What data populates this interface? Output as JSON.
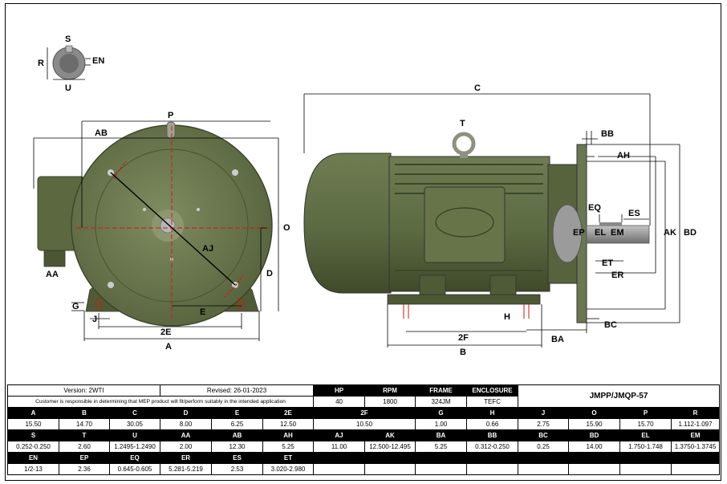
{
  "header": {
    "version": "Version: 2WTI",
    "revised": "Revised: 26-01-2023",
    "disclaimer": "Customer is responsible in determining that MEP product will fit/perform suitably in the intended application",
    "model": "JMPP/JMQP-57"
  },
  "summary": {
    "headers": [
      "HP",
      "RPM",
      "FRAME",
      "ENCLOSURE"
    ],
    "values": [
      "40",
      "1800",
      "324JM",
      "TEFC"
    ]
  },
  "rows": [
    {
      "headers": [
        "A",
        "B",
        "C",
        "D",
        "E",
        "2E",
        "2F",
        "G",
        "H",
        "J",
        "O",
        "P",
        "R"
      ],
      "values": [
        "15.50",
        "14.70",
        "30.05",
        "8.00",
        "6.25",
        "12.50",
        "10.50",
        "1.00",
        "0.66",
        "2.75",
        "15.90",
        "15.70",
        "1.112-1.097"
      ]
    },
    {
      "headers": [
        "S",
        "T",
        "U",
        "AA",
        "AB",
        "AH",
        "AJ",
        "AK",
        "BA",
        "BB",
        "BC",
        "BD",
        "EL",
        "EM"
      ],
      "values": [
        "0.252-0.250",
        "2.60",
        "1.2495-1.2490",
        "2.00",
        "12.30",
        "5.25",
        "11.00",
        "12.500-12.495",
        "5.25",
        "0.312-0.250",
        "0.25",
        "14.00",
        "1.750-1.748",
        "1.3750-1.3745"
      ]
    },
    {
      "headers": [
        "EN",
        "EP",
        "EQ",
        "ER",
        "ES",
        "ET",
        "",
        "",
        "",
        "",
        "",
        "",
        "",
        ""
      ],
      "values": [
        "1/2-13",
        "2.36",
        "0.645-0.605",
        "5.281-5.219",
        "2.53",
        "3.020-2.980",
        "",
        "",
        "",
        "",
        "",
        "",
        "",
        ""
      ]
    }
  ],
  "drawing_labels": {
    "S": "S",
    "R": "R",
    "EN": "EN",
    "U": "U",
    "P": "P",
    "AB": "AB",
    "O": "O",
    "AJ": "AJ",
    "AA": "AA",
    "D": "D",
    "G": "G",
    "J": "J",
    "E": "E",
    "E2": "2E",
    "A": "A",
    "C": "C",
    "T": "T",
    "BB": "BB",
    "AH": "AH",
    "EQ": "EQ",
    "ES": "ES",
    "EP": "EP",
    "EL": "EL",
    "EM": "EM",
    "AK": "AK",
    "BD": "BD",
    "ET": "ET",
    "ER": "ER",
    "H": "H",
    "BC": "BC",
    "F2": "2F",
    "BA": "BA",
    "B": "B"
  },
  "colors": {
    "motor_body": "#5f6d46",
    "motor_dark": "#46522f",
    "motor_light": "#7d8a5f",
    "shaft": "#9a9a9a",
    "centerline": "#dd1111"
  }
}
